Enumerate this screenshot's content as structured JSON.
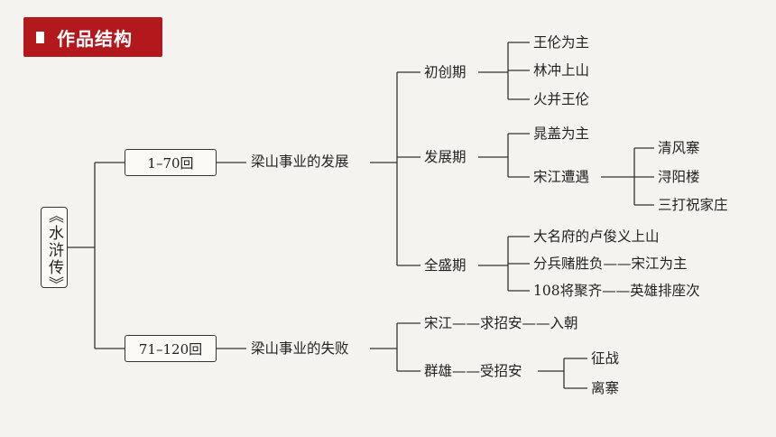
{
  "header": {
    "title": "作品结构"
  },
  "root": {
    "label": "《水浒传》"
  },
  "part1": {
    "range": "1–70回",
    "label": "梁山事业的发展",
    "stage1": {
      "label": "初创期",
      "items": [
        "王伦为主",
        "林冲上山",
        "火并王伦"
      ]
    },
    "stage2": {
      "label": "发展期",
      "item1": "晁盖为主",
      "item2": "宋江遭遇",
      "subitems": [
        "清风寨",
        "浔阳楼",
        "三打祝家庄"
      ]
    },
    "stage3": {
      "label": "全盛期",
      "items": [
        "大名府的卢俊义上山",
        "分兵赌胜负——宋江为主",
        "108将聚齐——英雄排座次"
      ]
    }
  },
  "part2": {
    "range": "71–120回",
    "label": "梁山事业的失败",
    "item1": "宋江——求招安——入朝",
    "item2": "群雄——受招安",
    "subitems": [
      "征战",
      "离寨"
    ]
  }
}
